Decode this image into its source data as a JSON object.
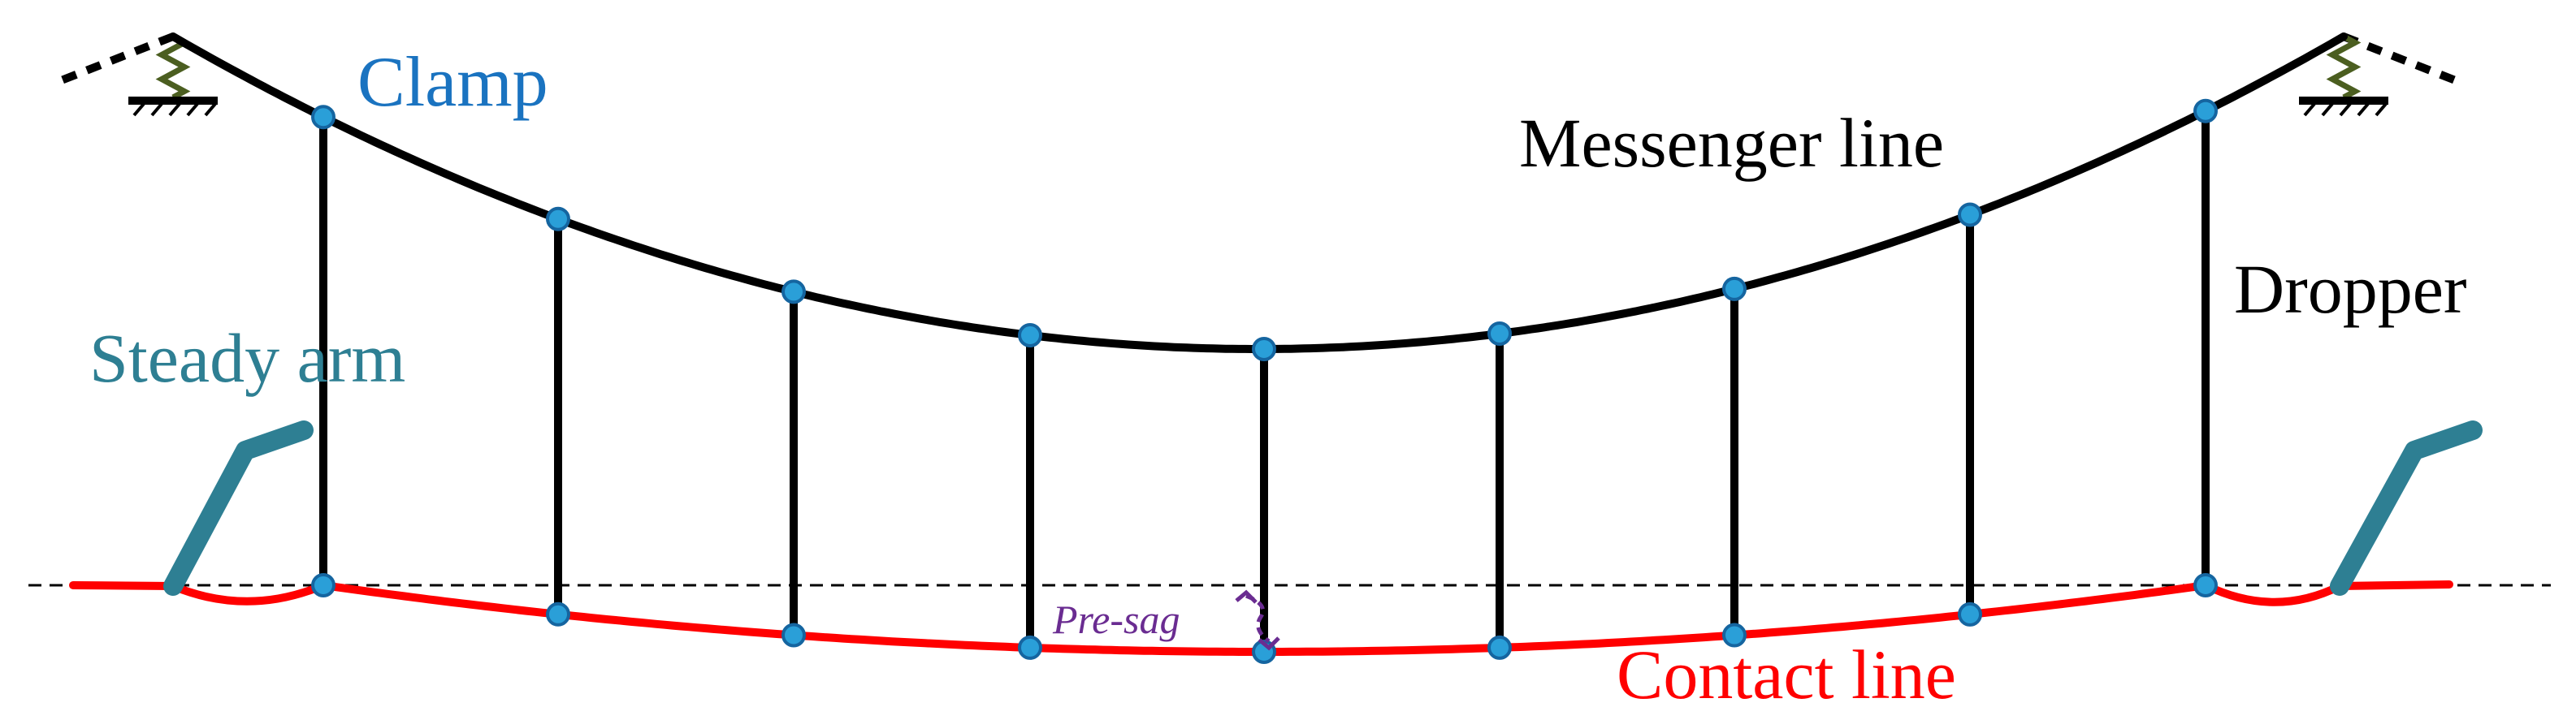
{
  "labels": {
    "clamp": "Clamp",
    "messenger_line": "Messenger line",
    "dropper": "Dropper",
    "steady_arm": "Steady arm",
    "contact_line": "Contact line",
    "pre_sag": "Pre-sag"
  },
  "colors": {
    "messenger": "#000000",
    "dropper": "#000000",
    "contact": "#ff0000",
    "steady_arm": "#2e7f93",
    "node_fill": "#2a9fd8",
    "node_stroke": "#1565a0",
    "clamp_text": "#1a73c0",
    "steady_arm_text": "#2e7f93",
    "contact_text": "#ff0000",
    "pre_sag": "#6a2c91",
    "spring": "#4b5e20",
    "reference_line": "#000000"
  },
  "icons": {
    "left_support": "spring-support-icon",
    "right_support": "spring-support-icon"
  }
}
